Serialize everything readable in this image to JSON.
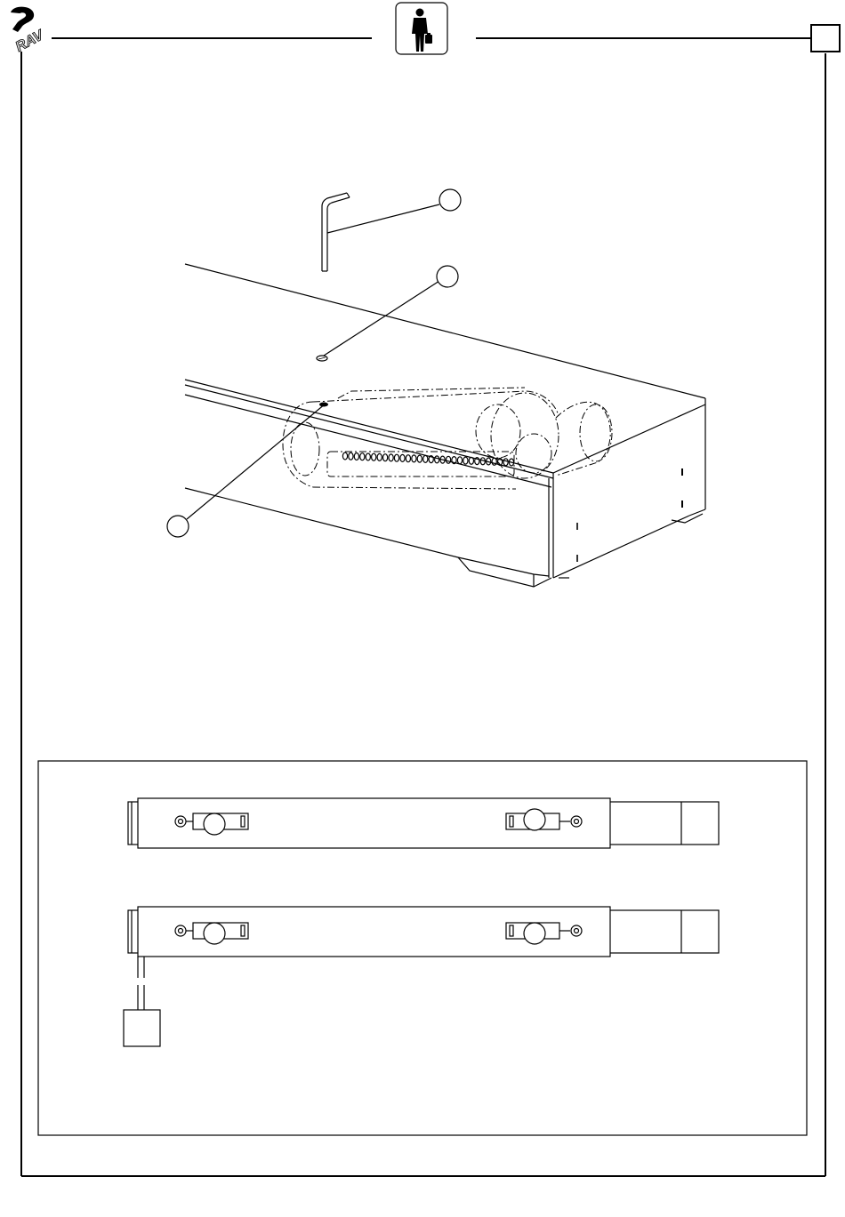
{
  "header": {
    "logo_text": "RAV",
    "logo_icon": "rav-logo-icon",
    "user_icon": "technician-with-case-icon",
    "page_box_text": ""
  },
  "diagram": {
    "callouts": [
      {
        "id": "callout-hex-key",
        "label": ""
      },
      {
        "id": "callout-cover-screw",
        "label": ""
      },
      {
        "id": "callout-screw-hole",
        "label": ""
      }
    ],
    "inset": {
      "rail_views": [
        {
          "id": "rail-top-view",
          "has_cable_box": false
        },
        {
          "id": "rail-bottom-view",
          "has_cable_box": true
        }
      ]
    }
  }
}
